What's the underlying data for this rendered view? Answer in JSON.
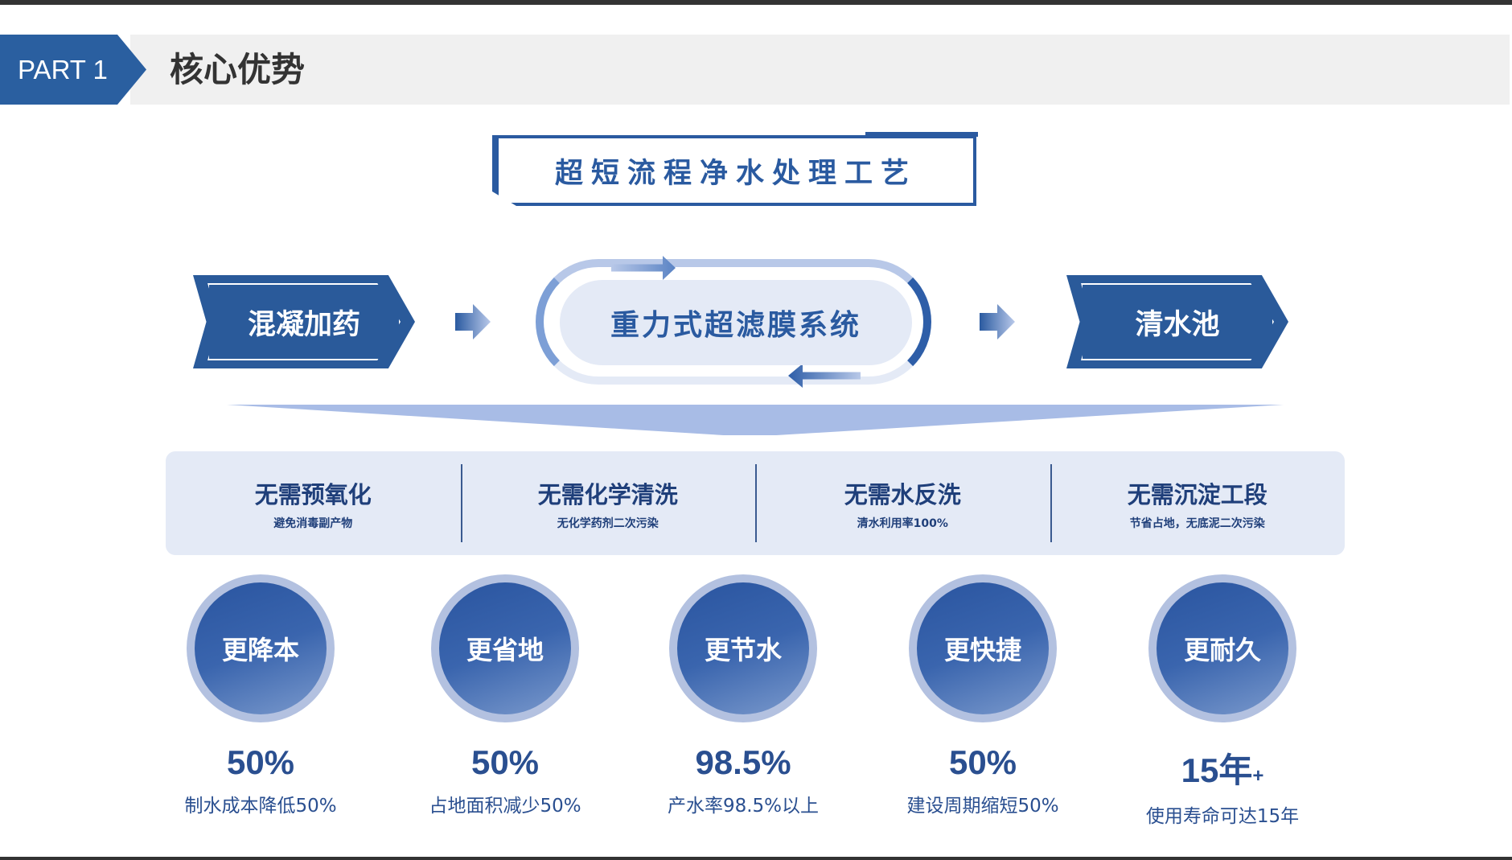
{
  "header": {
    "part": "PART 1",
    "title": "核心优势"
  },
  "process": {
    "title": "超短流程净水处理工艺",
    "step1": "混凝加药",
    "step2": "重力式超滤膜系统",
    "step3": "清水池"
  },
  "features": [
    {
      "title": "无需预氧化",
      "sub": "避免消毒副产物"
    },
    {
      "title": "无需化学清洗",
      "sub": "无化学药剂二次污染"
    },
    {
      "title": "无需水反洗",
      "sub": "清水利用率100%"
    },
    {
      "title": "无需沉淀工段",
      "sub": "节省占地，无底泥二次污染"
    }
  ],
  "advantages": [
    {
      "label": "更降本",
      "value": "50%",
      "suffix": "",
      "desc": "制水成本降低50%"
    },
    {
      "label": "更省地",
      "value": "50%",
      "suffix": "",
      "desc": "占地面积减少50%"
    },
    {
      "label": "更节水",
      "value": "98.5%",
      "suffix": "",
      "desc": "产水率98.5%以上"
    },
    {
      "label": "更快捷",
      "value": "50%",
      "suffix": "",
      "desc": "建设周期缩短50%"
    },
    {
      "label": "更耐久",
      "value": "15年",
      "suffix": "+",
      "desc": "使用寿命可达15年"
    }
  ],
  "colors": {
    "primary": "#2a5fa0",
    "light": "#e4eaf6"
  }
}
